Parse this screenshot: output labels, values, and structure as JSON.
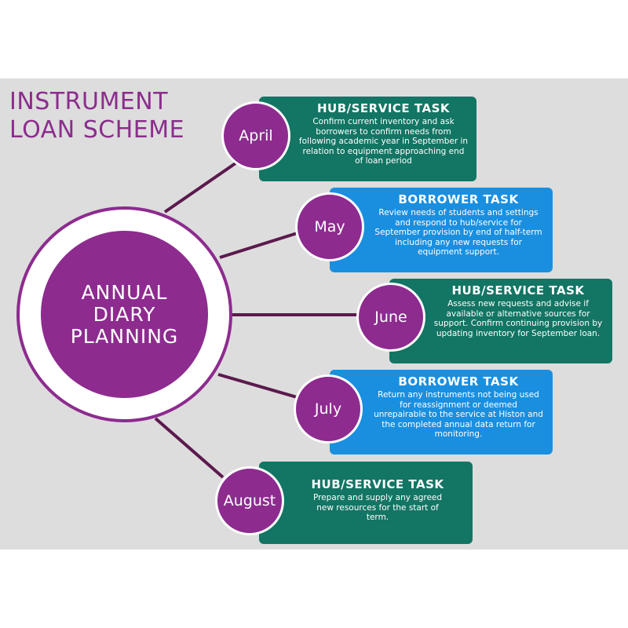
{
  "title": {
    "line1": "INSTRUMENT",
    "line2": "LOAN SCHEME"
  },
  "hub": {
    "line1": "ANNUAL",
    "line2": "DIARY",
    "line3": "PLANNING"
  },
  "colors": {
    "purple": "#8d2b8f",
    "teal": "#137564",
    "blue": "#1a8fe0",
    "panel": "#dddddd"
  },
  "steps": [
    {
      "month": "April",
      "task": "HUB/SERVICE TASK",
      "text": "Confirm current inventory and ask borrowers to confirm needs from following academic year in September in relation to equipment approaching end of loan period"
    },
    {
      "month": "May",
      "task": "BORROWER TASK",
      "text": "Review needs of students and settings and respond to hub/service for September provision by end of half-term including any new requests for equipment support."
    },
    {
      "month": "June",
      "task": "HUB/SERVICE TASK",
      "text": "Assess new requests and advise if available or alternative sources for support. Confirm continuing provision by updating inventory for September loan."
    },
    {
      "month": "July",
      "task": "BORROWER TASK",
      "text": "Return any instruments not being used for reassignment or deemed unrepairable to the service at Histon and the completed annual data return for monitoring."
    },
    {
      "month": "August",
      "task": "HUB/SERVICE TASK",
      "text": "Prepare and supply any agreed new resources for the start of term."
    }
  ]
}
